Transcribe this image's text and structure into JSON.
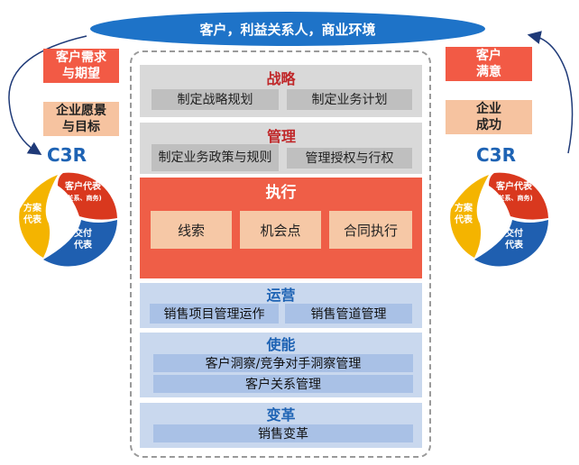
{
  "banner": {
    "text": "客户，利益关系人，商业环境"
  },
  "left": {
    "box1": "客户需求与期望",
    "box1_lines": [
      "客户需求",
      "与期望"
    ],
    "box2_lines": [
      "企业愿景",
      "与目标"
    ],
    "c3r": "C3R",
    "wheel": {
      "customer_rep": "客户代表",
      "customer_rep_sub": "(关系、商务)",
      "solution_rep": [
        "方案",
        "代表"
      ],
      "delivery_rep": [
        "交付",
        "代表"
      ]
    }
  },
  "right": {
    "box1_lines": [
      "客户",
      "满意"
    ],
    "box2_lines": [
      "企业",
      "成功"
    ],
    "c3r": "C3R",
    "wheel": {
      "customer_rep": "客户代表",
      "customer_rep_sub": "(关系、商务)",
      "solution_rep": [
        "方案",
        "代表"
      ],
      "delivery_rep": [
        "交付",
        "代表"
      ]
    }
  },
  "sections": {
    "strategy": {
      "title": "战略",
      "items": [
        "制定战略规划",
        "制定业务计划"
      ]
    },
    "management": {
      "title": "管理",
      "items": [
        "制定业务政策与规则",
        "管理授权与行权"
      ]
    },
    "execution": {
      "title": "执行",
      "items": [
        "线索",
        "机会点",
        "合同执行"
      ]
    },
    "operation": {
      "title": "运营",
      "items": [
        "销售项目管理运作",
        "销售管道管理"
      ]
    },
    "enablement": {
      "title": "使能",
      "items": [
        "客户洞察/竞争对手洞察管理",
        "客户关系管理"
      ]
    },
    "transformation": {
      "title": "变革",
      "items": [
        "销售变革"
      ]
    }
  },
  "colors": {
    "banner_blue": "#1e73c8",
    "red": "#ef5e47",
    "title_red": "#c0282a",
    "title_blue": "#1e63b4",
    "wheel_red": "#d9381e",
    "wheel_yellow": "#f4b400",
    "wheel_blue": "#1f5fb0"
  }
}
